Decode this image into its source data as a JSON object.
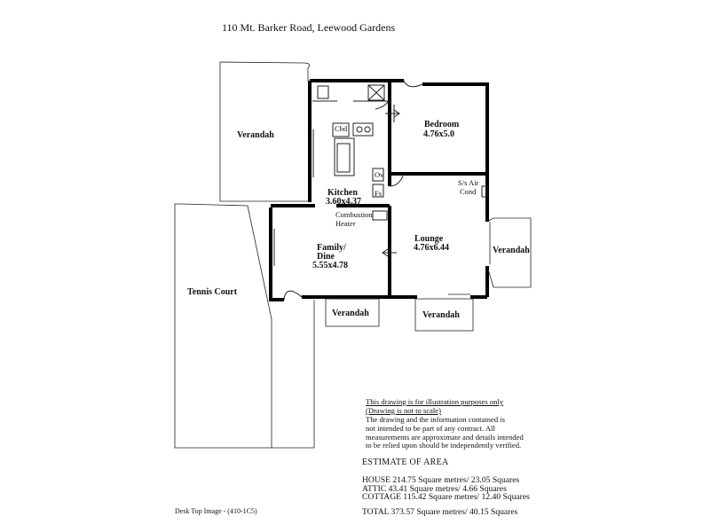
{
  "title": "110 Mt. Barker Road,  Leewood Gardens",
  "rooms": {
    "verandah_left": "Verandah",
    "bedroom_name": "Bedroom",
    "bedroom_size": "4.76x5.0",
    "kitchen_name": "Kitchen",
    "kitchen_size": "3.60x4.37",
    "family_name": "Family/",
    "family_name2": "Dine",
    "family_size": "5.55x4.78",
    "lounge_name": "Lounge",
    "lounge_size": "4.76x6.44",
    "verandah_right": "Verandah",
    "verandah_bottom_left": "Verandah",
    "verandah_bottom_right": "Verandah",
    "tennis_court": "Tennis Court"
  },
  "fixtures": {
    "cbd": "Cbd",
    "ov": "Ov",
    "fs": "Fs",
    "air_cond_1": "S/s Air",
    "air_cond_2": "Cond",
    "heater_1": "Combustion",
    "heater_2": "Heater"
  },
  "disclaimer": {
    "line1": "This drawing is for illustration purposes only",
    "line2": "(Drawing is not to scale)",
    "line3": "The drawing and the information contained is",
    "line4": "not intended to be part of any contract.  All",
    "line5": "measurements are approximate and details intended",
    "line6": "to be relied upon should be independently verified."
  },
  "estimate": {
    "heading": "ESTIMATE OF AREA",
    "house": "HOUSE  214.75 Square metres/  23.05 Squares",
    "attic": "ATTIC 43.41  Square metres/  4.66 Squares",
    "cottage": "COTTAGE 115.42 Square metres/  12.40 Squares",
    "total": "TOTAL  373.57 Square metres/ 40.15 Squares"
  },
  "footer": "Desk Top Image - (410-1C5)"
}
